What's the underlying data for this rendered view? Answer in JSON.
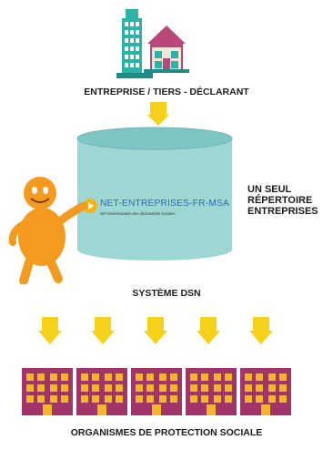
{
  "top_label": "ENTREPRISE / TIERS - DÉCLARANT",
  "center_label": "SYSTÈME DSN",
  "side_label": {
    "line1": "UN SEUL",
    "line2": "RÉPERTOIRE",
    "line3": "ENTREPRISES"
  },
  "logo": {
    "title": "NET-ENTREPRISES-FR-MSA",
    "subtitle": "GIP Modernisation des déclarations sociales"
  },
  "bottom_label": "ORGANISMES DE PROTECTION SOCIALE",
  "colors": {
    "arrow": "#f6d11a",
    "cylinder": "#9ed6d4",
    "mascot": "#f49a1e",
    "building": "#a13569",
    "window": "#f0b62c"
  }
}
